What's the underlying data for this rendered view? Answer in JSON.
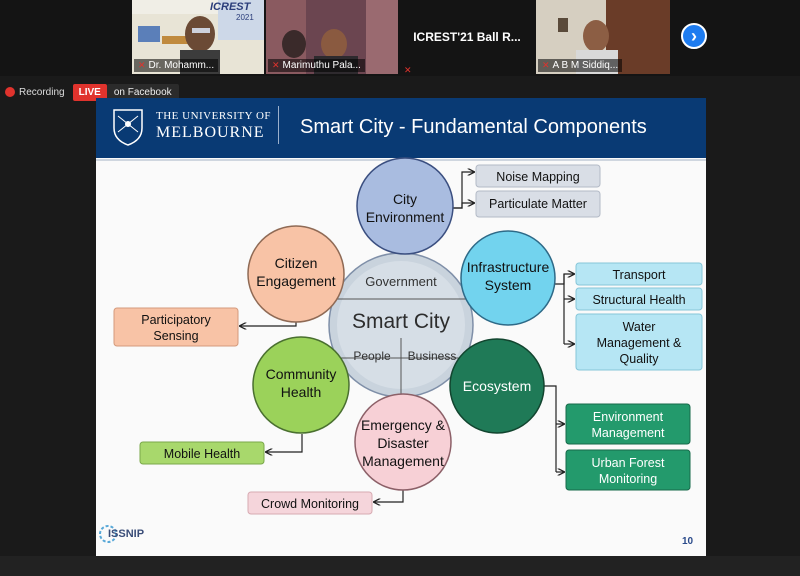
{
  "participants": [
    {
      "name": "Dr. Mohamm...",
      "muted": true
    },
    {
      "name": "Marimuthu Pala...",
      "muted": true
    },
    {
      "name": "ICREST'21 Ball R...",
      "muted": true
    },
    {
      "name": "A B M Siddiq...",
      "muted": true
    }
  ],
  "thumb_banner": {
    "title": "ICREST",
    "year": "2021"
  },
  "recording": {
    "label": "Recording"
  },
  "live": {
    "label": "LIVE",
    "destination": "on Facebook"
  },
  "slide": {
    "university_small": "THE UNIVERSITY OF",
    "university_big": "MELBOURNE",
    "title": "Smart City - Fundamental Components",
    "footer_logo": "ISSNIP",
    "page_number": "10",
    "center": {
      "title": "Smart City",
      "top": "Government",
      "left": "People",
      "right": "Business"
    },
    "nodes": {
      "city_environment": [
        "City",
        "Environment"
      ],
      "infrastructure": [
        "Infrastructure",
        "System"
      ],
      "ecosystem": [
        "Ecosystem"
      ],
      "emergency": [
        "Emergency &",
        "Disaster",
        "Management"
      ],
      "community_health": [
        "Community",
        "Health"
      ],
      "citizen_engagement": [
        "Citizen",
        "Engagement"
      ]
    },
    "labels": {
      "noise_mapping": "Noise Mapping",
      "particulate_matter": "Particulate Matter",
      "transport": "Transport",
      "structural_health": "Structural Health",
      "water": [
        "Water",
        "Management &",
        "Quality"
      ],
      "environment_management": [
        "Environment",
        "Management"
      ],
      "urban_forest": [
        "Urban Forest",
        "Monitoring"
      ],
      "crowd_monitoring": "Crowd Monitoring",
      "mobile_health": "Mobile Health",
      "participatory_sensing": [
        "Participatory",
        "Sensing"
      ]
    }
  },
  "colors": {
    "header_blue": "#093a74",
    "city_env": "#a9bce0",
    "infrastructure": "#72d3ee",
    "ecosystem": "#1f7a57",
    "emergency": "#f7d0d6",
    "community": "#9bd25a",
    "citizen": "#f8c3a6",
    "live_red": "#e0332d",
    "next_blue": "#1e7cf0"
  },
  "icons": [
    "microphone-muted-icon",
    "next-page-icon",
    "record-icon",
    "melbourne-crest-icon",
    "issnip-logo-icon"
  ]
}
